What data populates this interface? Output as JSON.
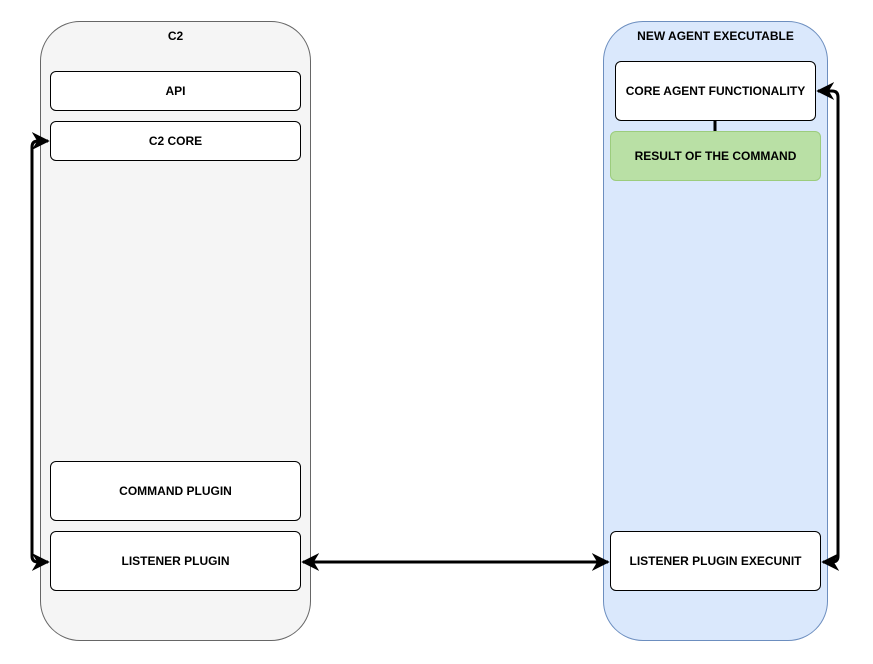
{
  "containers": {
    "c2": {
      "label": "C2",
      "fill": "#f5f5f5",
      "stroke": "#666666"
    },
    "agent": {
      "label": "NEW AGENT EXECUTABLE",
      "fill": "#dae8fc",
      "stroke": "#6c8ebf"
    }
  },
  "nodes": {
    "api": "API",
    "c2_core": "C2 CORE",
    "command_plugin": "COMMAND PLUGIN",
    "listener_plugin": "LISTENER PLUGIN",
    "core_agent": "CORE AGENT FUNCTIONALITY",
    "result": "RESULT OF THE COMMAND",
    "listener_exec": "LISTENER PLUGIN EXECUNIT"
  },
  "colors": {
    "result_fill": "#b9e0a5",
    "result_stroke": "#9ccc7d",
    "edge": "#000000"
  }
}
